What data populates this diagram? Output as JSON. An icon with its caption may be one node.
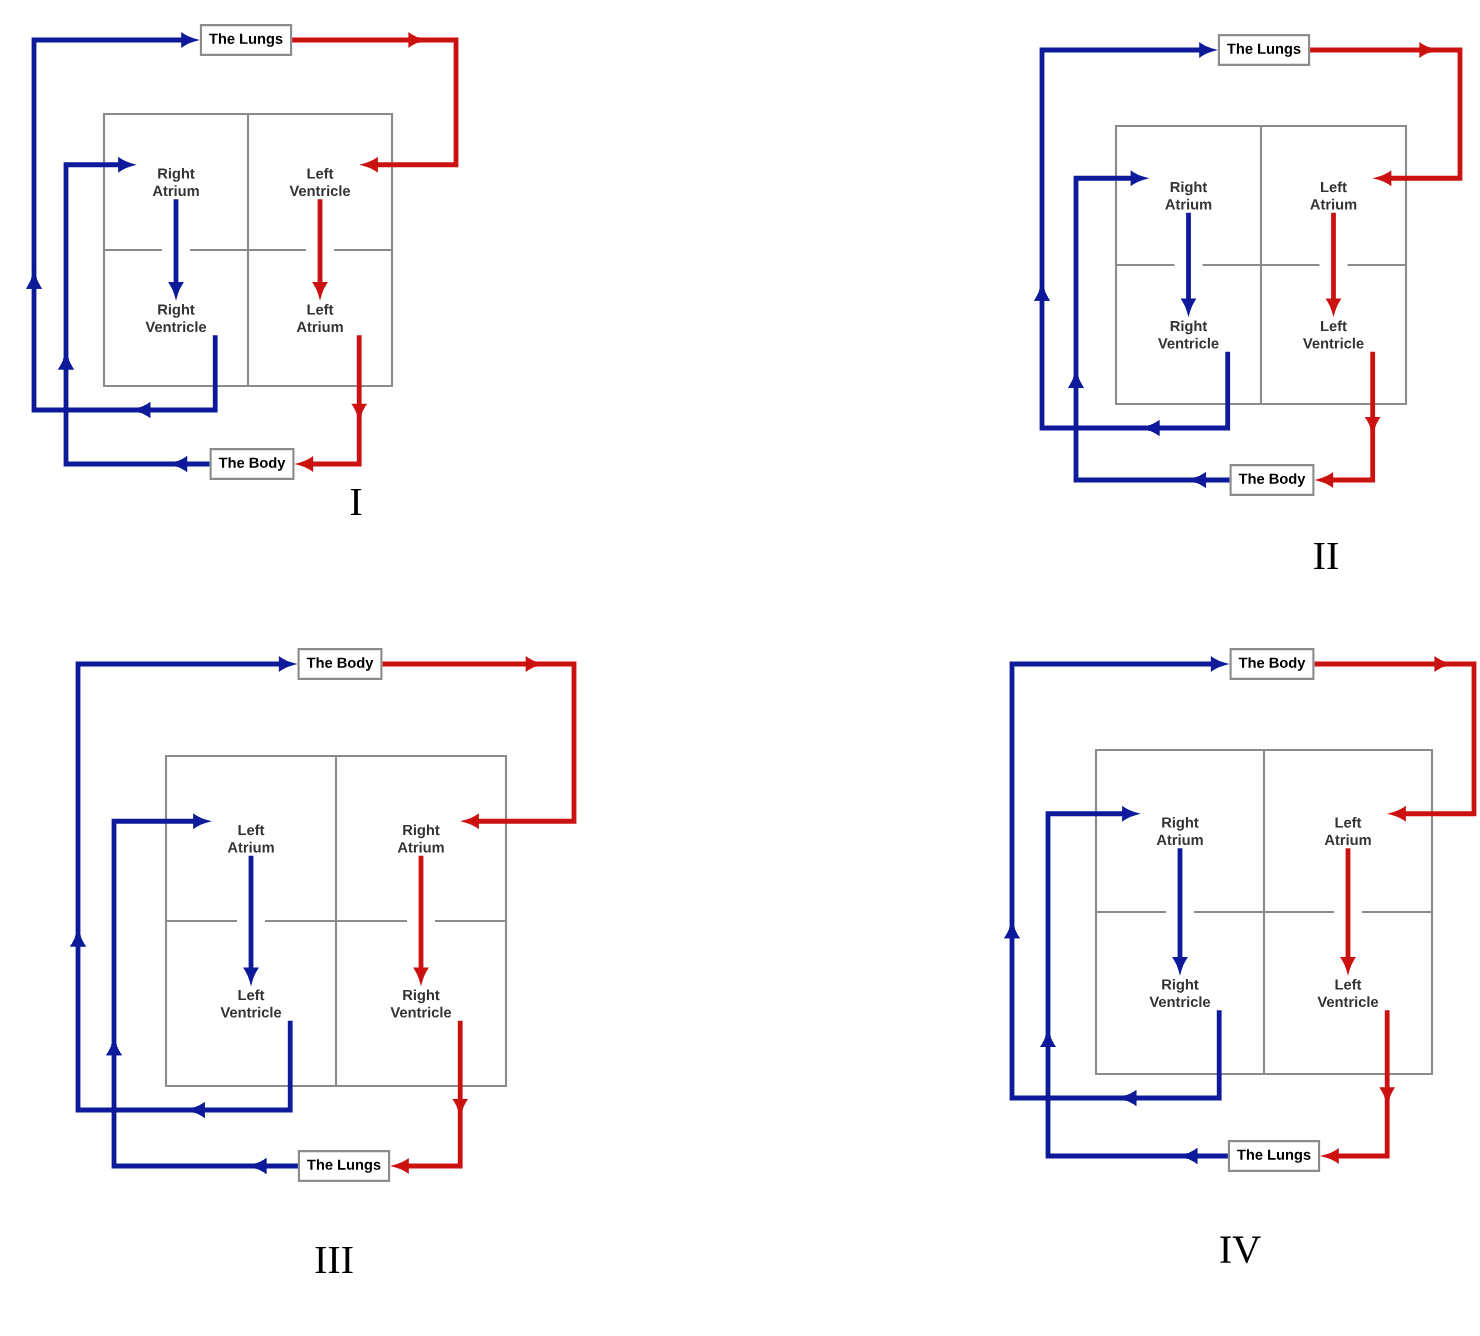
{
  "diagram": {
    "nodes": [
      {
        "text": [
          "The Lungs"
        ]
      },
      {
        "text": [
          "Right Atrium"
        ]
      },
      {
        "text": [
          "Left Ventricle"
        ]
      },
      {
        "text": [
          "Right Ventricle"
        ]
      },
      {
        "text": [
          "Left Atrium"
        ]
      },
      {
        "text": [
          "The Body"
        ]
      },
      {
        "text": [
          "The Lungs"
        ]
      },
      {
        "text": [
          "Right Atrium"
        ]
      },
      {
        "text": [
          "Left Atrium"
        ]
      },
      {
        "text": [
          "Right Ventricle"
        ]
      },
      {
        "text": [
          "Left Ventricle"
        ]
      },
      {
        "text": [
          "The Body"
        ]
      },
      {
        "text": [
          "The Body"
        ]
      },
      {
        "text": [
          "Left Atrium"
        ]
      },
      {
        "text": [
          "Right Atrium"
        ]
      },
      {
        "text": [
          "Left Ventricle"
        ]
      },
      {
        "text": [
          "Right Ventricle"
        ]
      },
      {
        "text": [
          "The Lungs"
        ]
      },
      {
        "text": [
          "The Body"
        ]
      },
      {
        "text": [
          "Right Atrium"
        ]
      },
      {
        "text": [
          "Left Atrium"
        ]
      },
      {
        "text": [
          "Right Ventricle"
        ]
      },
      {
        "text": [
          "Left Ventricle"
        ]
      },
      {
        "text": [
          "The Lungs"
        ]
      }
    ],
    "edges": [
      {
        "from": 0,
        "to": 2,
        "arrow": "to",
        "color": "#cc1111"
      },
      {
        "from": 2,
        "to": 4,
        "arrow": "to",
        "color": "#cc1111"
      },
      {
        "from": 4,
        "to": 5,
        "arrow": "to",
        "color": "#cc1111"
      },
      {
        "from": 5,
        "to": 1,
        "arrow": "to",
        "color": "#0d1a99"
      },
      {
        "from": 1,
        "to": 3,
        "arrow": "to",
        "color": "#0d1a99"
      },
      {
        "from": 3,
        "to": 0,
        "arrow": "to",
        "color": "#0d1a99"
      },
      {
        "from": 6,
        "to": 8,
        "arrow": "to",
        "color": "#cc1111"
      },
      {
        "from": 8,
        "to": 10,
        "arrow": "to",
        "color": "#cc1111"
      },
      {
        "from": 10,
        "to": 11,
        "arrow": "to",
        "color": "#cc1111"
      },
      {
        "from": 11,
        "to": 7,
        "arrow": "to",
        "color": "#0d1a99"
      },
      {
        "from": 7,
        "to": 9,
        "arrow": "to",
        "color": "#0d1a99"
      },
      {
        "from": 9,
        "to": 6,
        "arrow": "to",
        "color": "#0d1a99"
      },
      {
        "from": 12,
        "to": 14,
        "arrow": "to",
        "color": "#cc1111"
      },
      {
        "from": 14,
        "to": 16,
        "arrow": "to",
        "color": "#cc1111"
      },
      {
        "from": 16,
        "to": 17,
        "arrow": "to",
        "color": "#cc1111"
      },
      {
        "from": 17,
        "to": 13,
        "arrow": "to",
        "color": "#0d1a99"
      },
      {
        "from": 13,
        "to": 15,
        "arrow": "to",
        "color": "#0d1a99"
      },
      {
        "from": 15,
        "to": 12,
        "arrow": "to",
        "color": "#0d1a99"
      },
      {
        "from": 18,
        "to": 20,
        "arrow": "to",
        "color": "#cc1111"
      },
      {
        "from": 20,
        "to": 22,
        "arrow": "to",
        "color": "#cc1111"
      },
      {
        "from": 22,
        "to": 23,
        "arrow": "to",
        "color": "#cc1111"
      },
      {
        "from": 23,
        "to": 19,
        "arrow": "to",
        "color": "#0d1a99"
      },
      {
        "from": 19,
        "to": 21,
        "arrow": "to",
        "color": "#0d1a99"
      },
      {
        "from": 21,
        "to": 18,
        "arrow": "to",
        "color": "#0d1a99"
      }
    ],
    "labels": [
      "I",
      "II",
      "III",
      "IV"
    ]
  }
}
